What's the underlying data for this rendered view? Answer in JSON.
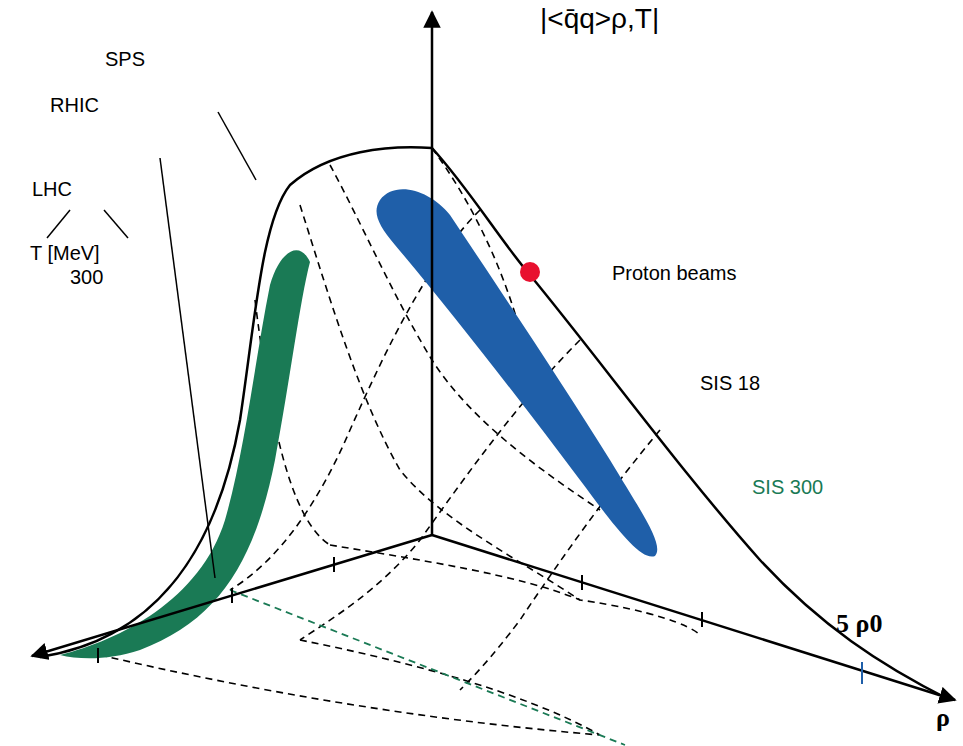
{
  "diagram": {
    "labels": [
      "|<q̄q>ρ,T|",
      "SPS",
      "RHIC",
      "LHC",
      "T [MeV]",
      "300",
      "Proton beams",
      "SIS 18",
      "SIS 300",
      "5 ρ0",
      "ρ"
    ]
  }
}
